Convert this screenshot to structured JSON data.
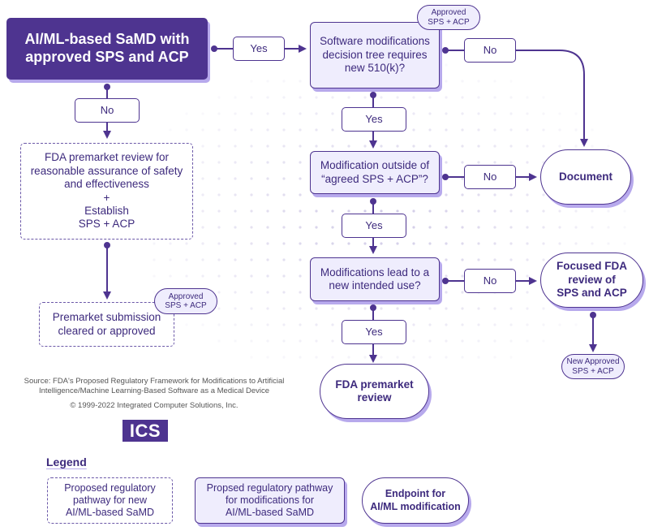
{
  "diagram": {
    "title": "AI/ML-based SaMD regulatory modification pathway",
    "colors": {
      "primary": "#4e3490",
      "light_fill": "#efedfd",
      "shadow": "#b7a9ec",
      "text": "#3d2a7d"
    },
    "nodes": {
      "start": "AI/ML-based SaMD with\napproved SPS and ACP",
      "decision_510k": "Software modifications\ndecision tree requires\nnew 510(k)?",
      "decision_outside": "Modification outside of\n“agreed SPS + ACP”?",
      "decision_intended_use": "Modifications lead to a\nnew intended use?",
      "premarket_review_new": "FDA premarket review for\nreasonable assurance of safety\nand effectiveness\n+\nEstablish\nSPS + ACP",
      "premarket_cleared": "Premarket submission\ncleared or approved",
      "document": "Document",
      "focused_review": "Focused FDA\nreview of\nSPS and ACP",
      "fda_premarket_review": "FDA premarket\nreview"
    },
    "badges": {
      "approved_top": "Approved\nSPS + ACP",
      "approved_left": "Approved\nSPS + ACP",
      "new_approved": "New Approved\nSPS + ACP"
    },
    "edge_labels": {
      "start_yes": "Yes",
      "start_no": "No",
      "q510k_no": "No",
      "q510k_yes": "Yes",
      "outside_no": "No",
      "outside_yes": "Yes",
      "intended_no": "No",
      "intended_yes": "Yes"
    }
  },
  "footer": {
    "source": "Source: FDA's Proposed Regulatory Framework for Modifications to Artificial\nIntelligence/Machine Learning-Based Software as a Medical Device",
    "copyright": "© 1999-2022 Integrated Computer Solutions, Inc.",
    "logo": "ICS"
  },
  "legend": {
    "title": "Legend",
    "items": [
      "Proposed regulatory\npathway for new\nAI/ML-based SaMD",
      "Propsed regulatory pathway\nfor modifications for\nAI/ML-based SaMD",
      "Endpoint for\nAI/ML modification"
    ]
  }
}
